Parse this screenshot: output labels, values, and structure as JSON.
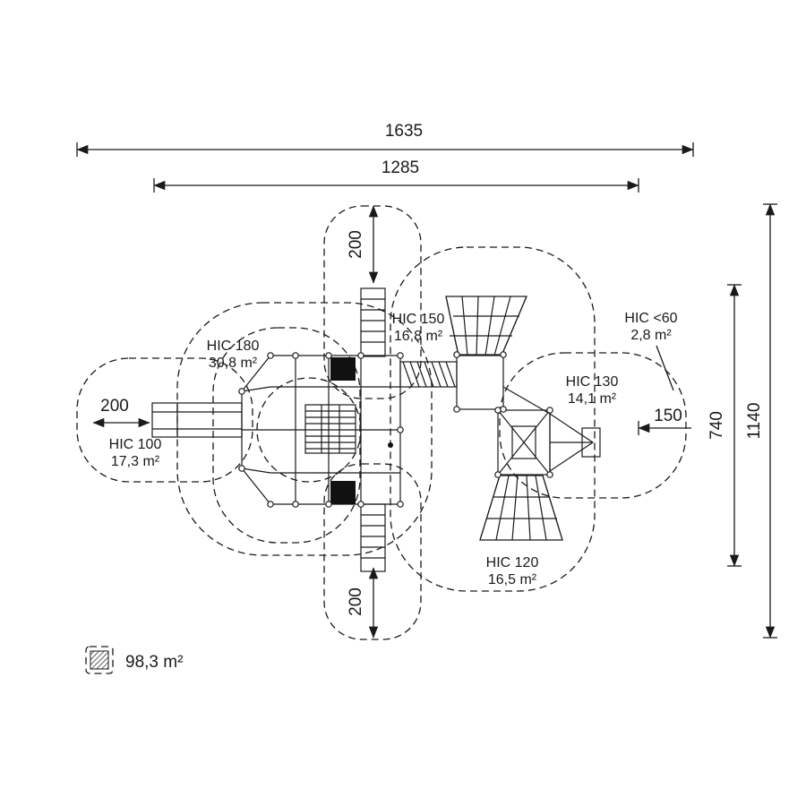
{
  "dims": {
    "top_outer": "1635",
    "top_inner": "1285",
    "right_inner": "740",
    "right_outer": "1140",
    "ext_top": "200",
    "ext_bottom": "200",
    "ext_left": "200",
    "ext_right": "150"
  },
  "zones": {
    "hic180": {
      "label": "HIC 180",
      "area": "30,8 m²"
    },
    "hic150": {
      "label": "HIC 150",
      "area": "16,8 m²"
    },
    "hic60": {
      "label": "HIC <60",
      "area": "2,8 m²"
    },
    "hic130": {
      "label": "HIC 130",
      "area": "14,1 m²"
    },
    "hic100": {
      "label": "HIC 100",
      "area": "17,3 m²"
    },
    "hic120": {
      "label": "HIC 120",
      "area": "16,5 m²"
    }
  },
  "legend": {
    "total_area": "98,3 m²"
  },
  "colors": {
    "ink": "#1a1a1a",
    "background": "#ffffff"
  }
}
